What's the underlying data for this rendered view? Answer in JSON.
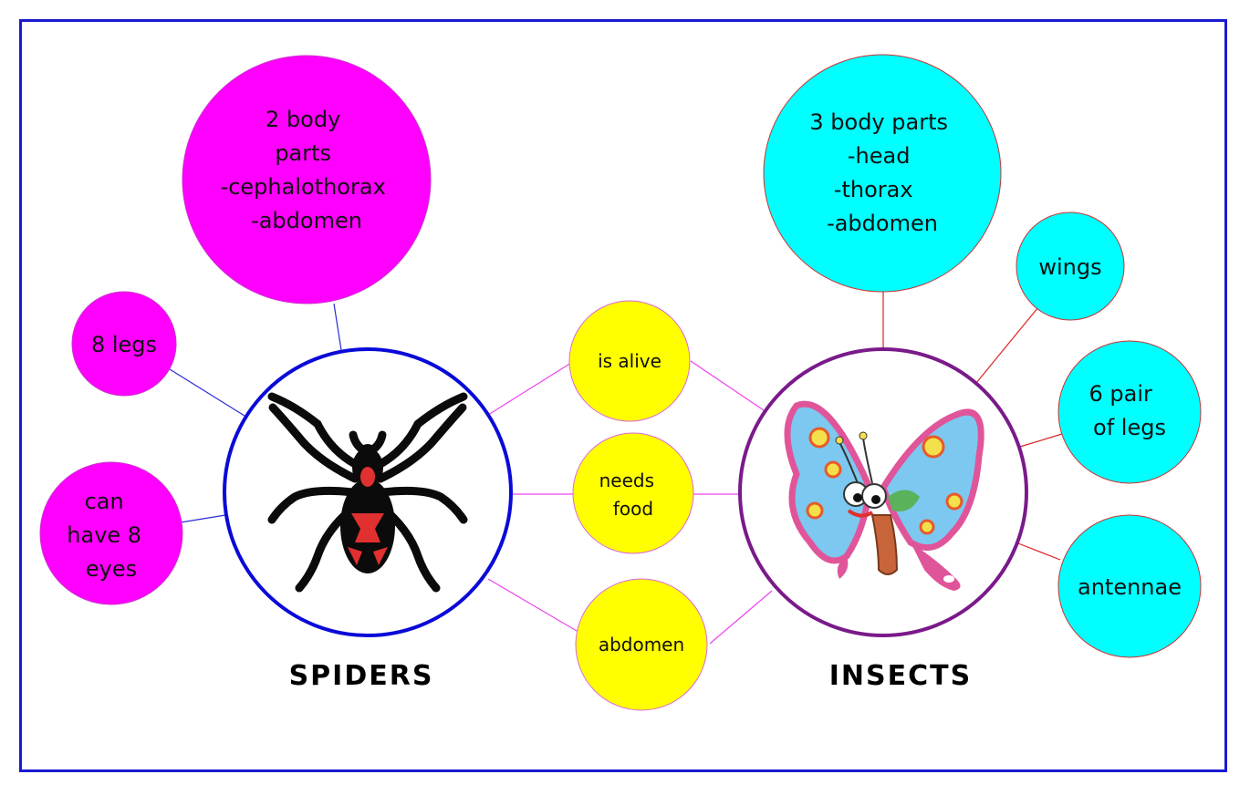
{
  "colors": {
    "frame": "#1a1ad0",
    "spider_bubble": "#ff00ff",
    "insect_bubble": "#00ffff",
    "common_bubble": "#ffff00",
    "spider_hub_border": "#0a0ad8",
    "insect_hub_border": "#7a1a8a",
    "spider_lines": "#2a2ad8",
    "insect_lines": "#dd2222",
    "common_lines": "#ee44ee"
  },
  "spiders": {
    "title": "SPIDERS",
    "image_icon": "spider-icon",
    "facts": [
      {
        "lines": [
          "2 body",
          "parts",
          "-cephalothorax",
          "-abdomen"
        ]
      },
      {
        "lines": [
          "8 legs"
        ]
      },
      {
        "lines": [
          "can",
          "have 8",
          "eyes"
        ]
      }
    ]
  },
  "insects": {
    "title": "INSECTS",
    "image_icon": "butterfly-icon",
    "facts": [
      {
        "lines": [
          "3 body parts",
          "-head",
          "-thorax",
          "-abdomen"
        ]
      },
      {
        "lines": [
          "wings"
        ]
      },
      {
        "lines": [
          "6 pair",
          "of legs"
        ]
      },
      {
        "lines": [
          "antennae"
        ]
      }
    ]
  },
  "common": {
    "facts": [
      {
        "lines": [
          "is alive"
        ]
      },
      {
        "lines": [
          "needs",
          "food"
        ]
      },
      {
        "lines": [
          "abdomen"
        ]
      }
    ]
  }
}
